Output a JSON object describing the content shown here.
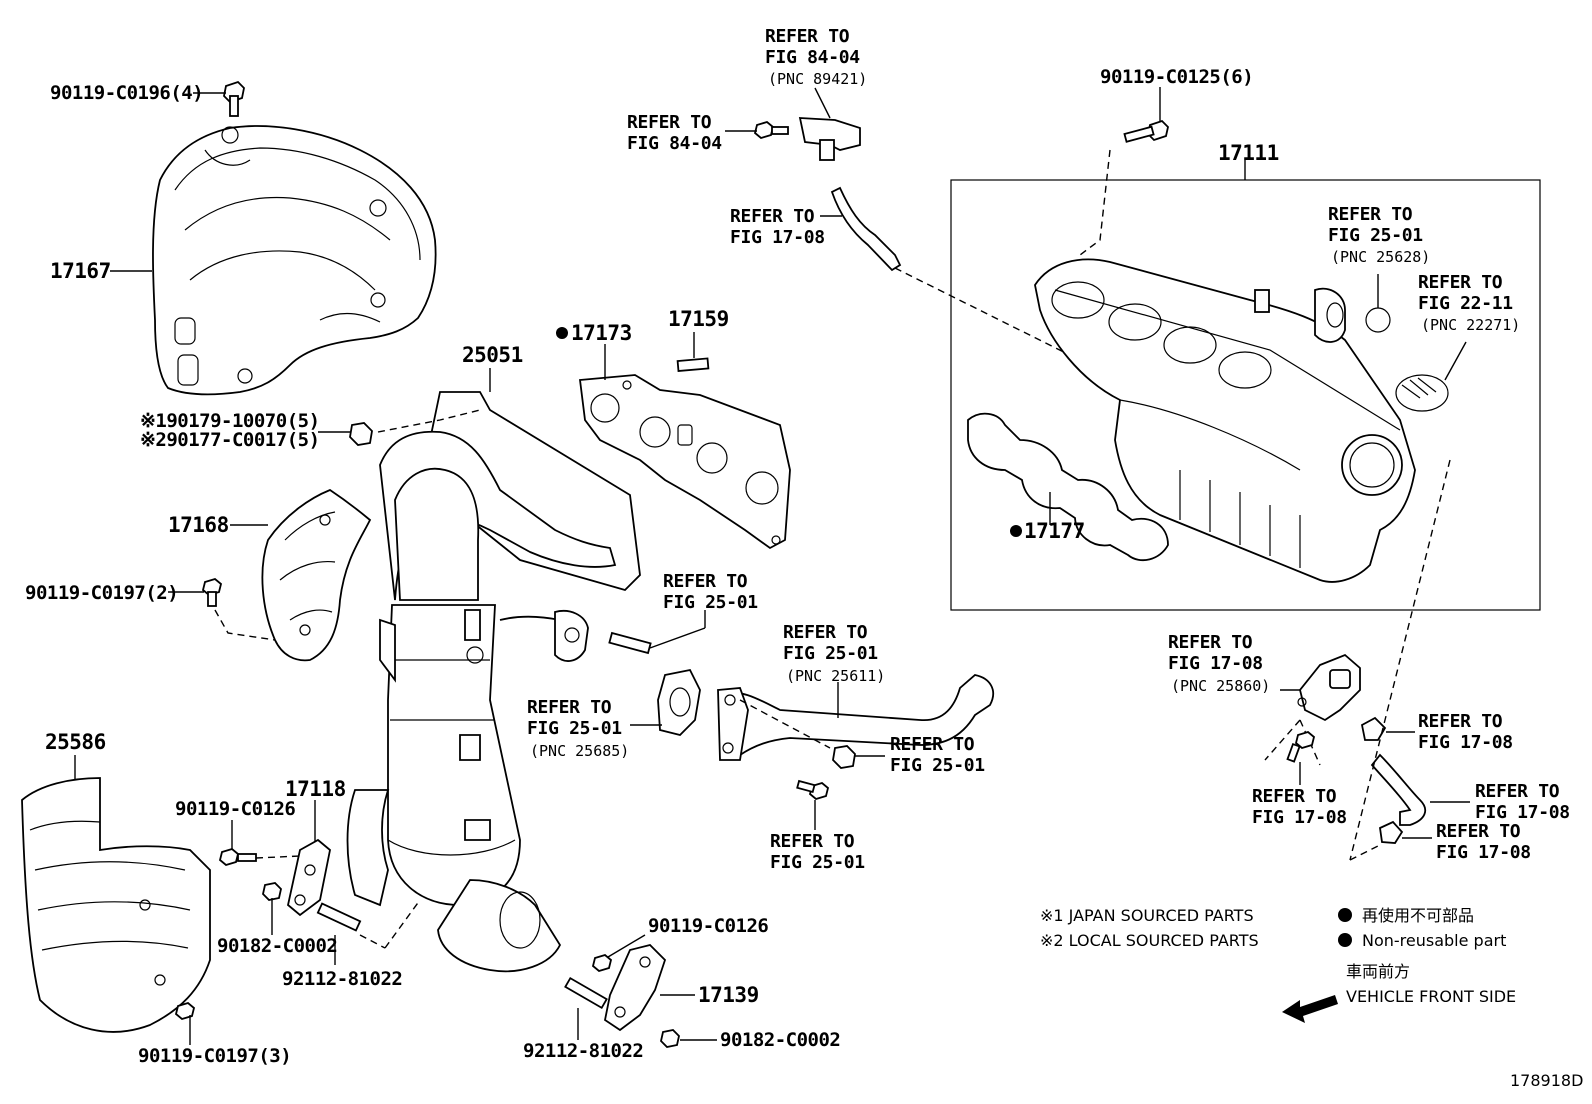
{
  "labels": {
    "p90119_c0196": "90119-C0196(4)",
    "p17167": "17167",
    "p190179": "※190179-10070(5)",
    "p290177": "※290177-C0017(5)",
    "p17168": "17168",
    "p90119_c0197_2": "90119-C0197(2)",
    "p25586": "25586",
    "p90119_c0197_3": "90119-C0197(3)",
    "p25051": "25051",
    "p17173": "17173",
    "p17159": "17159",
    "p17118": "17118",
    "p90119_c0126_a": "90119-C0126",
    "p90182_c0002_a": "90182-C0002",
    "p92112_81022_a": "92112-81022",
    "p90119_c0126_b": "90119-C0126",
    "p17139": "17139",
    "p92112_81022_b": "92112-81022",
    "p90182_c0002_b": "90182-C0002",
    "p90119_c0125": "90119-C0125(6)",
    "p17111": "17111",
    "p17177": "17177",
    "diagram_id": "178918D"
  },
  "refs": {
    "refer_to": "REFER TO",
    "fig_84_04": "FIG 84-04",
    "fig_17_08": "FIG 17-08",
    "fig_25_01": "FIG 25-01",
    "fig_22_11": "FIG 22-11",
    "pnc_89421": "(PNC 89421)",
    "pnc_25628": "(PNC 25628)",
    "pnc_22271": "(PNC 22271)",
    "pnc_25611": "(PNC 25611)",
    "pnc_25685": "(PNC 25685)",
    "pnc_25860": "(PNC 25860)"
  },
  "legend": {
    "japan": "※1 JAPAN SOURCED PARTS",
    "local": "※2 LOCAL SOURCED PARTS",
    "nonreuse_jp": "再使用不可部品",
    "nonreuse_en": "Non-reusable part",
    "front_jp": "車両前方",
    "front_en": "VEHICLE FRONT SIDE"
  }
}
